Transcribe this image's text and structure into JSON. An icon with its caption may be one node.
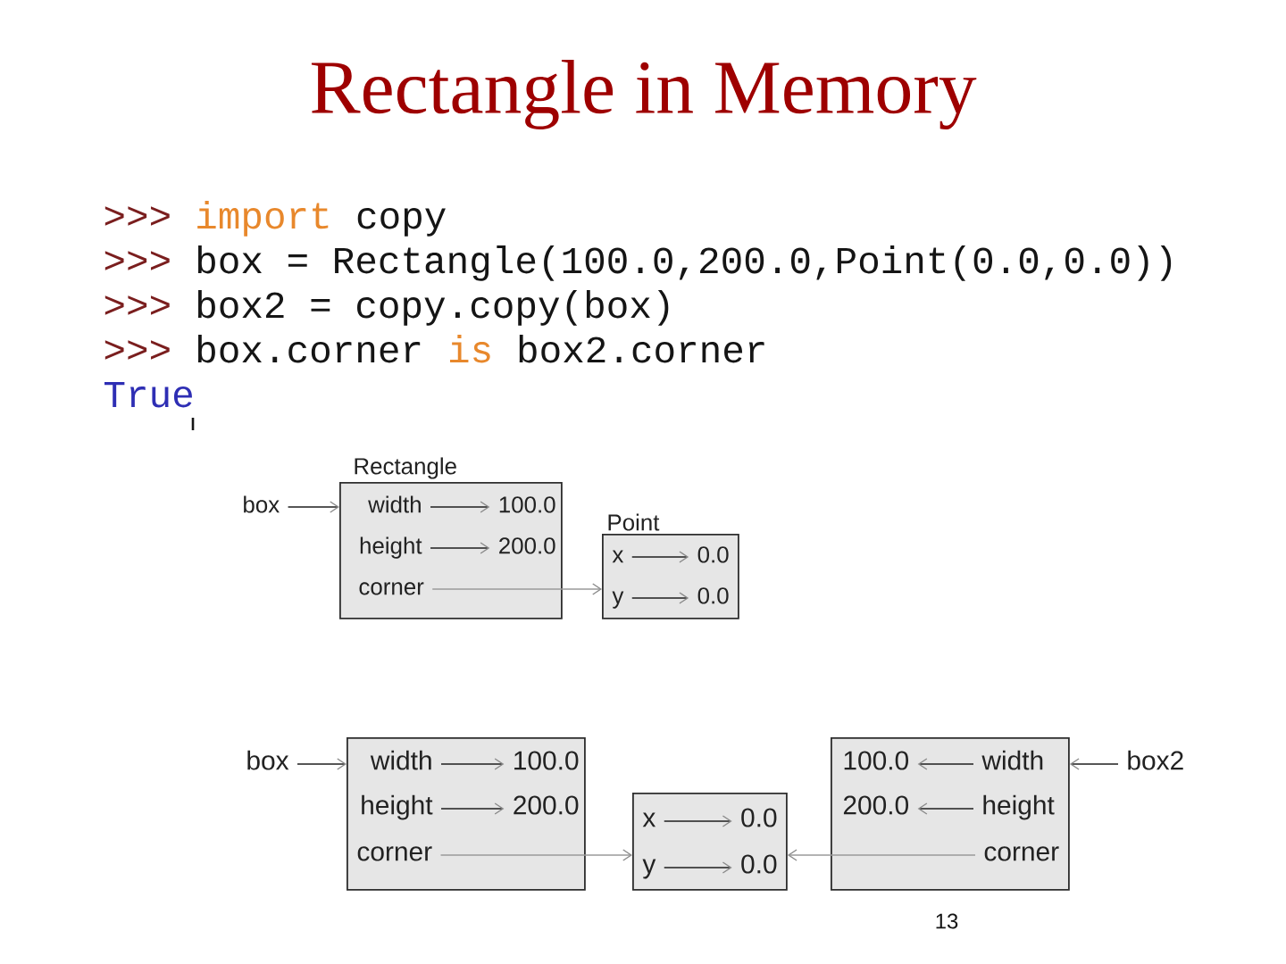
{
  "diagram": {
    "title": "Rectangle in Memory",
    "nodes": [
      {
        "text": [
          "box"
        ]
      },
      {
        "text": [
          "Rectangle"
        ]
      },
      {
        "text": [
          "width"
        ],
        "in": 1
      },
      {
        "text": [
          "100.0"
        ],
        "in": 1
      },
      {
        "text": [
          "height"
        ],
        "in": 1
      },
      {
        "text": [
          "200.0"
        ],
        "in": 1
      },
      {
        "text": [
          "corner"
        ],
        "in": 1
      },
      {
        "text": [
          "Point"
        ]
      },
      {
        "text": [
          "x"
        ],
        "in": 7
      },
      {
        "text": [
          "0.0"
        ],
        "in": 7
      },
      {
        "text": [
          "y"
        ],
        "in": 7
      },
      {
        "text": [
          "0.0"
        ],
        "in": 7
      },
      {
        "text": [
          "box"
        ]
      },
      {
        "text": [],
        "shape": "box"
      },
      {
        "text": [
          "width"
        ],
        "in": 13
      },
      {
        "text": [
          "100.0"
        ],
        "in": 13
      },
      {
        "text": [
          "height"
        ],
        "in": 13
      },
      {
        "text": [
          "200.0"
        ],
        "in": 13
      },
      {
        "text": [
          "corner"
        ],
        "in": 13
      },
      {
        "text": [],
        "shape": "box"
      },
      {
        "text": [
          "x"
        ],
        "in": 19
      },
      {
        "text": [
          "0.0"
        ],
        "in": 19
      },
      {
        "text": [
          "y"
        ],
        "in": 19
      },
      {
        "text": [
          "0.0"
        ],
        "in": 19
      },
      {
        "text": [],
        "shape": "box"
      },
      {
        "text": [
          "100.0"
        ],
        "in": 24
      },
      {
        "text": [
          "width"
        ],
        "in": 24
      },
      {
        "text": [
          "200.0"
        ],
        "in": 24
      },
      {
        "text": [
          "height"
        ],
        "in": 24
      },
      {
        "text": [
          "corner"
        ],
        "in": 24
      },
      {
        "text": [
          "box2"
        ]
      }
    ],
    "edges": [
      {
        "from": 0,
        "to": 1,
        "arrow": "to"
      },
      {
        "from": 2,
        "to": 3,
        "arrow": "to"
      },
      {
        "from": 4,
        "to": 5,
        "arrow": "to"
      },
      {
        "from": 6,
        "to": 7,
        "arrow": "to",
        "color": "#9a9a9a"
      },
      {
        "from": 8,
        "to": 9,
        "arrow": "to"
      },
      {
        "from": 10,
        "to": 11,
        "arrow": "to"
      },
      {
        "from": 12,
        "to": 13,
        "arrow": "to"
      },
      {
        "from": 14,
        "to": 15,
        "arrow": "to"
      },
      {
        "from": 16,
        "to": 17,
        "arrow": "to"
      },
      {
        "from": 18,
        "to": 19,
        "arrow": "to",
        "color": "#9a9a9a"
      },
      {
        "from": 20,
        "to": 21,
        "arrow": "to"
      },
      {
        "from": 22,
        "to": 23,
        "arrow": "to"
      },
      {
        "from": 29,
        "to": 19,
        "arrow": "to",
        "color": "#9a9a9a"
      },
      {
        "from": 26,
        "to": 25,
        "arrow": "to"
      },
      {
        "from": 28,
        "to": 27,
        "arrow": "to"
      },
      {
        "from": 30,
        "to": 24,
        "arrow": "to"
      }
    ],
    "labels": [
      ">>>",
      "import",
      "copy",
      ">>>",
      "box = Rectangle(100.0,200.0,Point(0.0,0.0))",
      ">>>",
      "box2 = copy.copy(box)",
      ">>>",
      "box.corner",
      "is",
      "box2.corner",
      "True",
      "13"
    ]
  }
}
